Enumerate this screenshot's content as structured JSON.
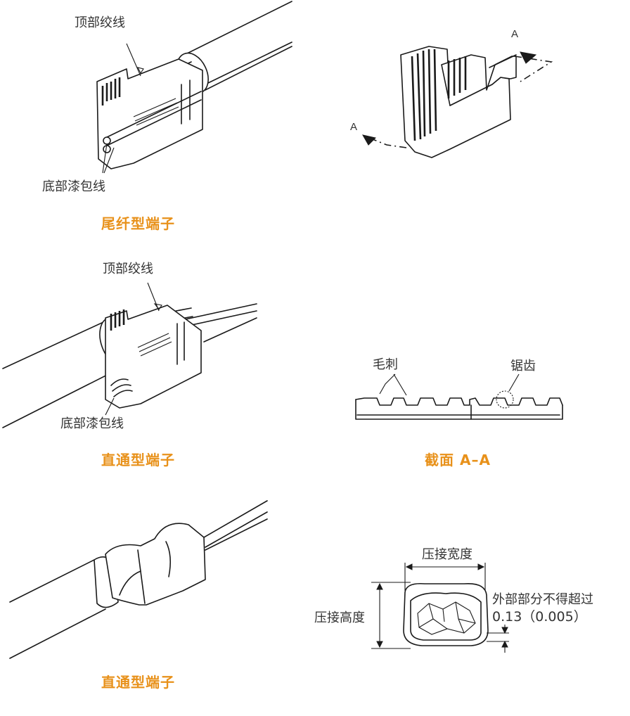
{
  "figure1": {
    "top_label": "顶部绞线",
    "bottom_label": "底部漆包线",
    "caption": "尾纤型端子"
  },
  "figure2": {
    "section_marker_top": "A",
    "section_marker_bottom": "A"
  },
  "figure3": {
    "top_label": "顶部绞线",
    "bottom_label": "底部漆包线",
    "caption": "直通型端子"
  },
  "figure4": {
    "burr_label": "毛刺",
    "serration_label": "锯齿",
    "caption": "截面 A–A"
  },
  "figure5": {
    "caption": "直通型端子"
  },
  "figure6": {
    "width_label": "压接宽度",
    "height_label": "压接高度",
    "note_line1": "外部部分不得超过",
    "note_line2": "0.13（0.005）"
  },
  "colors": {
    "caption": "#e8911a",
    "label": "#333333",
    "line": "#1a1a1a"
  }
}
